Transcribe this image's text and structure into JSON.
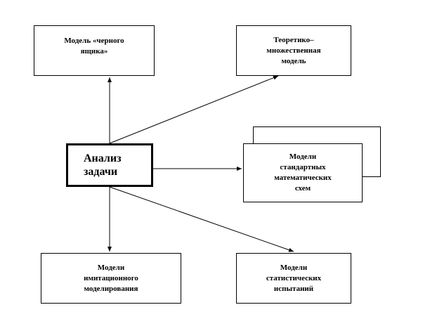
{
  "diagram": {
    "center": {
      "label": "Анализ\nзадачи"
    },
    "nodes": {
      "black_box": {
        "label": "Модель «черного\nящика»"
      },
      "set_theory": {
        "label": "Теоретико–\nмножественная\nмодель"
      },
      "standard_schemes": {
        "label": "Модели\nстандартных\nматематических\nсхем"
      },
      "simulation": {
        "label": "Модели\nимитационного\nмоделирования"
      },
      "statistical": {
        "label": "Модели\nстатистических\nиспытаний"
      }
    },
    "colors": {
      "stroke": "#000000",
      "fill": "#ffffff"
    }
  }
}
